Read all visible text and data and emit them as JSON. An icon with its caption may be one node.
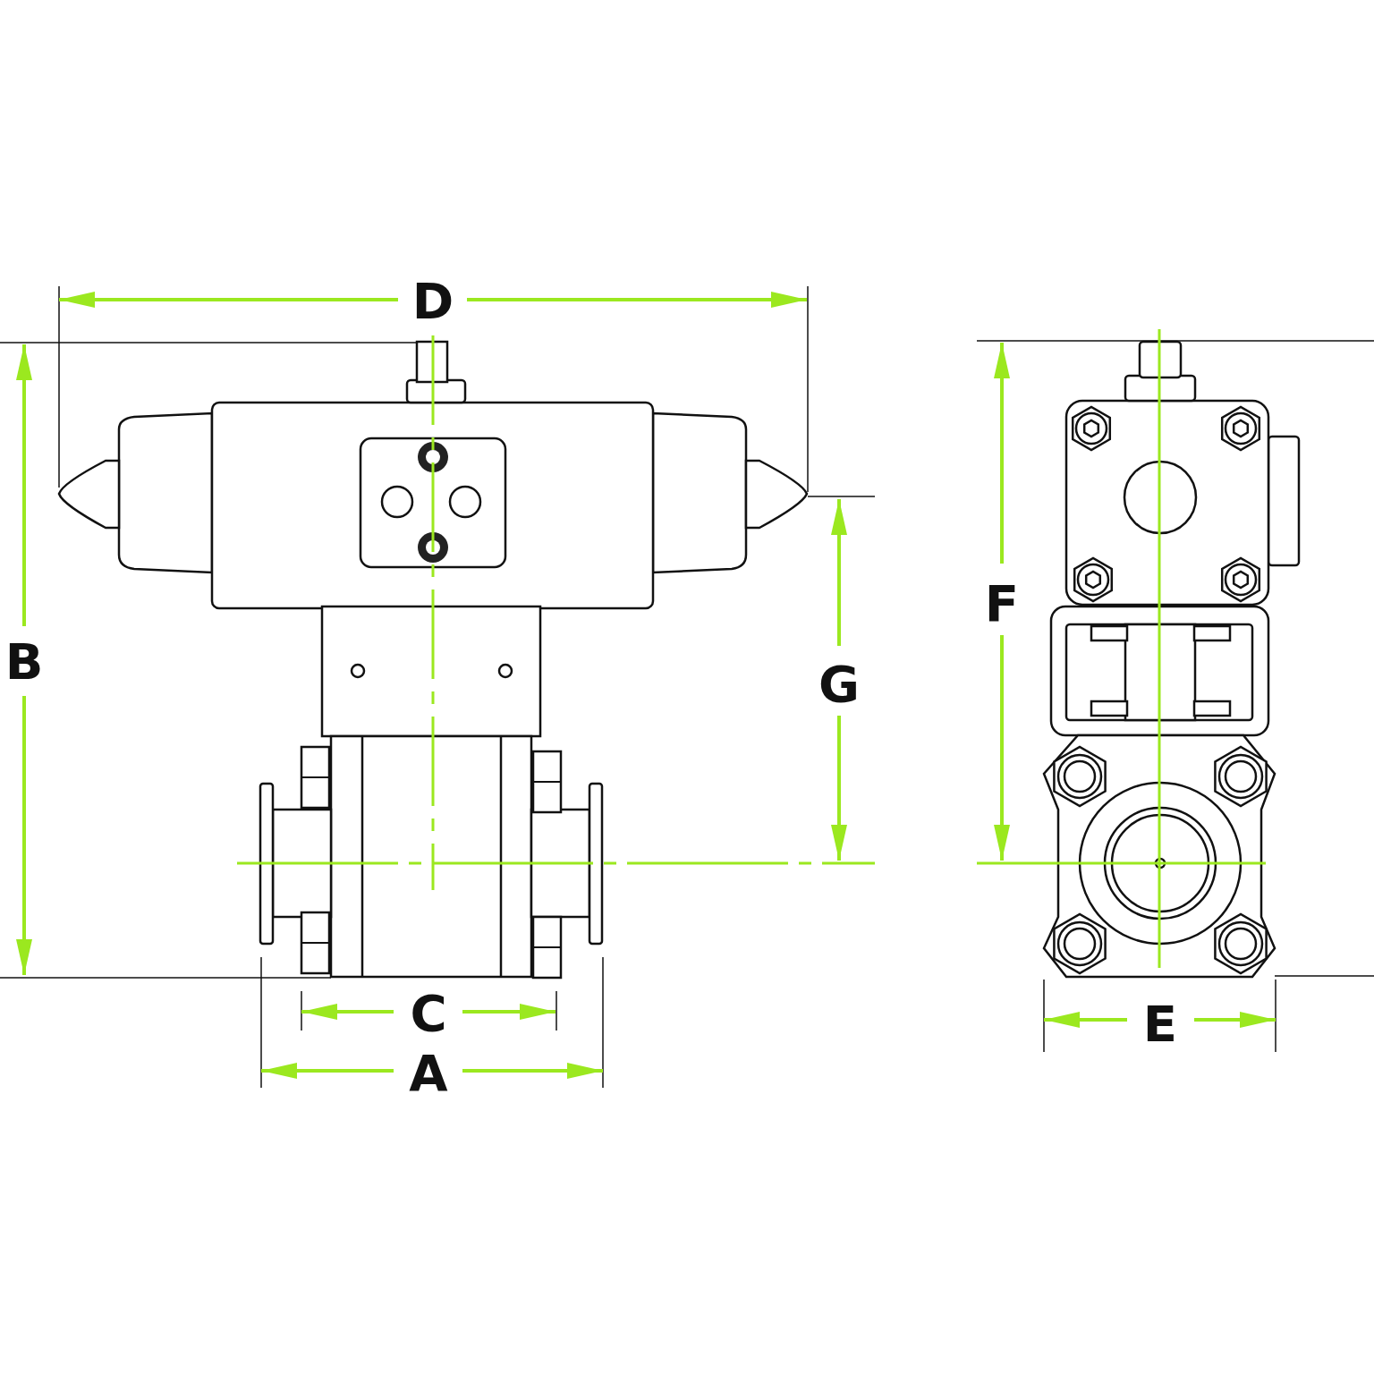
{
  "diagram": {
    "labels": [
      "D",
      "F",
      "B",
      "G",
      "C",
      "E",
      "A"
    ]
  }
}
